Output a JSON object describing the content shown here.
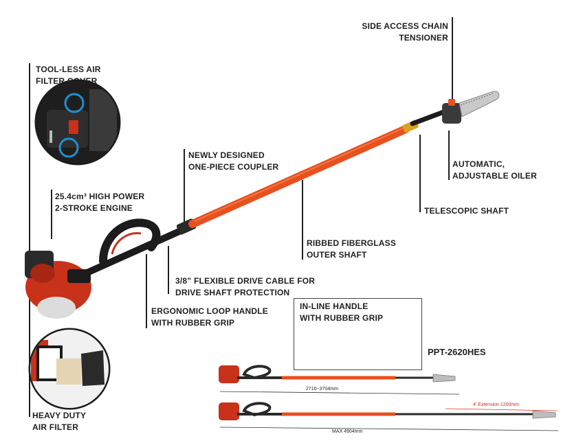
{
  "callouts": {
    "air_filter_cover": [
      "TOOL-LESS AIR",
      "FILTER COVER"
    ],
    "engine": [
      "25.4cm³ HIGH POWER",
      "2-STROKE ENGINE"
    ],
    "coupler": [
      "NEWLY DESIGNED",
      "ONE-PIECE COUPLER"
    ],
    "chain_tensioner": [
      "SIDE ACCESS CHAIN",
      "TENSIONER"
    ],
    "oiler": [
      "AUTOMATIC,",
      "ADJUSTABLE OILER"
    ],
    "telescopic": [
      "TELESCOPIC SHAFT"
    ],
    "outer_shaft": [
      "RIBBED FIBERGLASS",
      "OUTER SHAFT"
    ],
    "drive_cable": [
      "3/8” FLEXIBLE DRIVE CABLE FOR",
      "DRIVE SHAFT PROTECTION"
    ],
    "loop_handle": [
      "ERGONOMIC LOOP HANDLE",
      "WITH RUBBER GRIP"
    ],
    "inline_handle": [
      "IN-LINE HANDLE",
      "WITH RUBBER GRIP"
    ],
    "air_filter": [
      "HEAVY DUTY",
      "AIR FILTER"
    ]
  },
  "model_name": "PPT-2620HES",
  "dimensions": {
    "retracted_range": "2716~3704mm",
    "extension": "4' Extension 1200mm",
    "max_length": "MAX 4904mm"
  },
  "colors": {
    "shaft": "#e8501e",
    "engine": "#c8321a",
    "black": "#1c1c1c",
    "metal": "#b8b8b8"
  }
}
